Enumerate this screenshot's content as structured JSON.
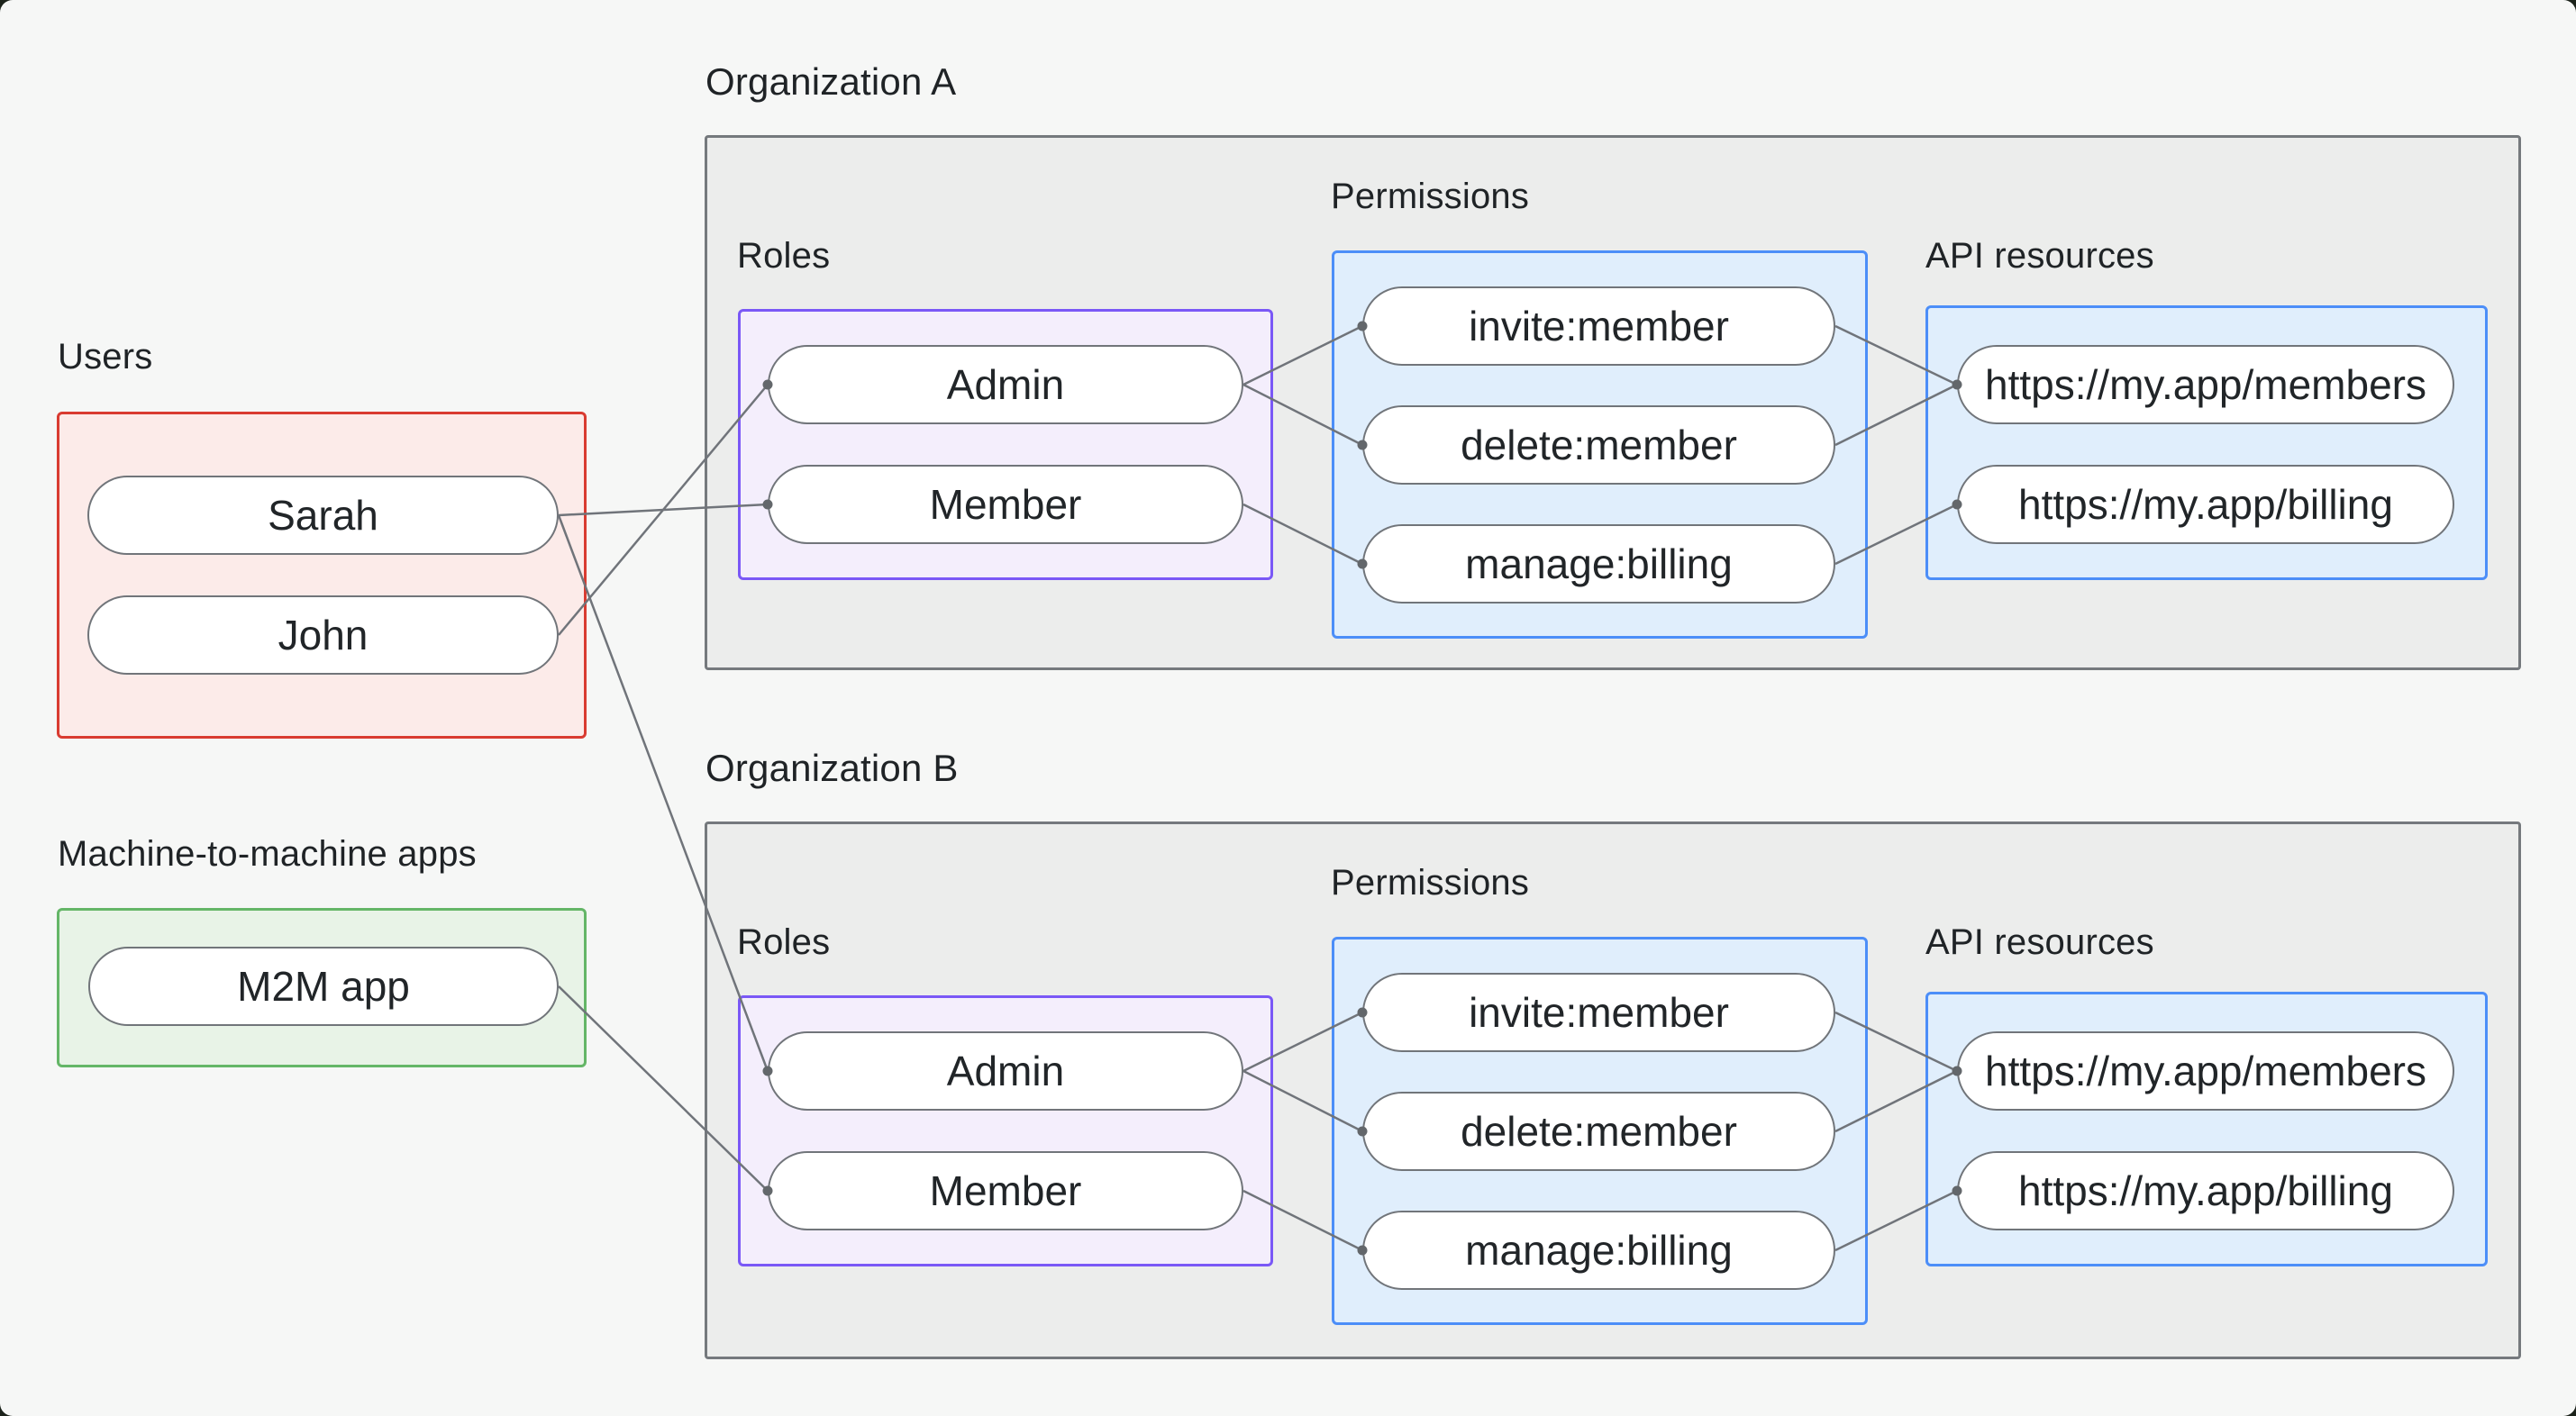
{
  "left_column": {
    "users_label": "Users",
    "users": [
      "Sarah",
      "John"
    ],
    "m2m_label": "Machine-to-machine apps",
    "m2m_apps": [
      "M2M app"
    ]
  },
  "org_a": {
    "title": "Organization A",
    "roles_label": "Roles",
    "permissions_label": "Permissions",
    "api_label": "API resources",
    "roles": [
      "Admin",
      "Member"
    ],
    "permissions": [
      "invite:member",
      "delete:member",
      "manage:billing"
    ],
    "api_resources": [
      "https://my.app/members",
      "https://my.app/billing"
    ]
  },
  "org_b": {
    "title": "Organization B",
    "roles_label": "Roles",
    "permissions_label": "Permissions",
    "api_label": "API resources",
    "roles": [
      "Admin",
      "Member"
    ],
    "permissions": [
      "invite:member",
      "delete:member",
      "manage:billing"
    ],
    "api_resources": [
      "https://my.app/members",
      "https://my.app/billing"
    ]
  },
  "connections": [
    {
      "from": "Sarah",
      "to": "Member",
      "scope": "Organization A"
    },
    {
      "from": "John",
      "to": "Admin",
      "scope": "Organization A"
    },
    {
      "from": "Sarah",
      "to": "Admin",
      "scope": "Organization B"
    },
    {
      "from": "M2M app",
      "to": "Member",
      "scope": "Organization B"
    },
    {
      "from": "Admin",
      "to": "invite:member",
      "scope": "Organization A"
    },
    {
      "from": "Admin",
      "to": "delete:member",
      "scope": "Organization A"
    },
    {
      "from": "Member",
      "to": "manage:billing",
      "scope": "Organization A"
    },
    {
      "from": "invite:member",
      "to": "https://my.app/members",
      "scope": "Organization A"
    },
    {
      "from": "delete:member",
      "to": "https://my.app/members",
      "scope": "Organization A"
    },
    {
      "from": "manage:billing",
      "to": "https://my.app/billing",
      "scope": "Organization A"
    },
    {
      "from": "Admin",
      "to": "invite:member",
      "scope": "Organization B"
    },
    {
      "from": "Admin",
      "to": "delete:member",
      "scope": "Organization B"
    },
    {
      "from": "Member",
      "to": "manage:billing",
      "scope": "Organization B"
    },
    {
      "from": "invite:member",
      "to": "https://my.app/members",
      "scope": "Organization B"
    },
    {
      "from": "delete:member",
      "to": "https://my.app/members",
      "scope": "Organization B"
    },
    {
      "from": "manage:billing",
      "to": "https://my.app/billing",
      "scope": "Organization B"
    }
  ],
  "colors": {
    "background": "#f6f7f6",
    "org_fill": "#ecedec",
    "org_border": "#75797d",
    "users_border": "#d93b31",
    "users_fill": "#fcebe9",
    "m2m_border": "#64b667",
    "m2m_fill": "#e8f3e7",
    "roles_border": "#7a58f6",
    "roles_fill": "#f4eefc",
    "blue_border": "#4c8ef8",
    "blue_fill": "#e0eefc",
    "wire": "#70747a",
    "text": "#202326"
  }
}
